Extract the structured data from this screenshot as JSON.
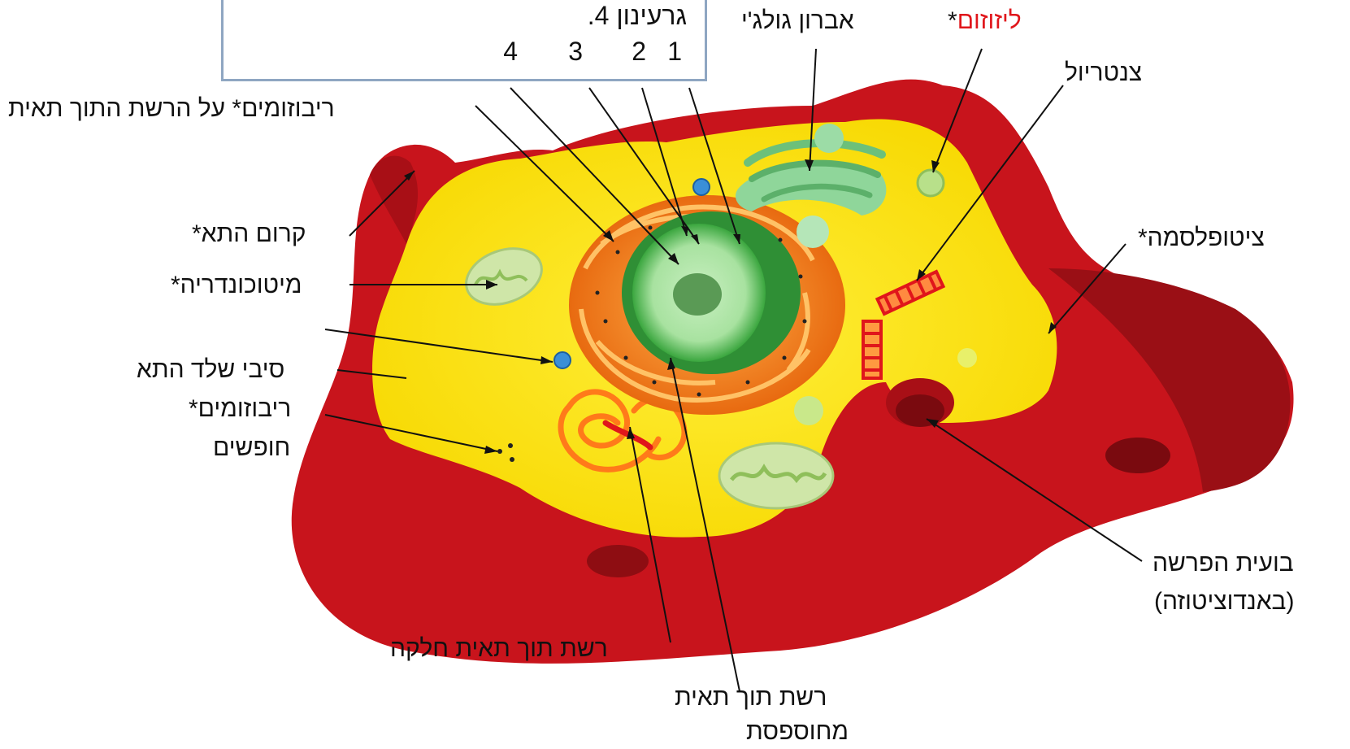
{
  "nucleus_box": {
    "title": ".4 גרעינון",
    "numbers": [
      "1",
      "2",
      "3",
      "4"
    ]
  },
  "labels": {
    "golgi": "אברון גולג'י",
    "lysosome": "ליזוזום",
    "lysosome_star": "*",
    "centriole": "צנטריול",
    "ribosomes_on_er": "ריבוזומים* על הרשת התוך תאית",
    "cell_membrane": "קרום התא*",
    "mitochondria": "מיטוכונדריה*",
    "cytoplasm": "ציטופלסמה*",
    "cytoskeleton": "סיבי שלד התא",
    "free_ribosomes_1": "ריבוזומים*",
    "free_ribosomes_2": "חופשים",
    "secretory_vesicle_1": "בועית הפרשה",
    "secretory_vesicle_2": "(באנדוציטוזה)",
    "smooth_er": "רשת תוך תאית חלקה",
    "rough_er_1": "רשת תוך תאית",
    "rough_er_2": "מחוספסת"
  },
  "colors": {
    "membrane": "#c8141c",
    "membrane_dark": "#8e0d12",
    "cytoplasm": "#ffe600",
    "nucleus_outer": "#f08a1c",
    "nucleus_inner": "#3aa63e",
    "nucleolus": "#1f7a2a",
    "golgi": "#8fd69a",
    "mitochondria": "#cfe6a8",
    "vesicle_blue": "#3a8fd8",
    "er_orange": "#ff7a1a",
    "highlight_red": "#e0161b"
  }
}
